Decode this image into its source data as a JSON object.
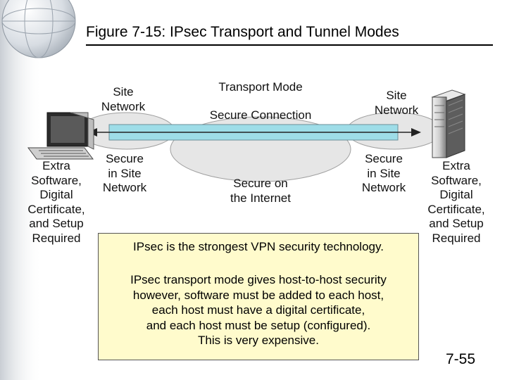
{
  "slide": {
    "title": "Figure 7-15: IPsec Transport and Tunnel Modes",
    "page_number": "7-55"
  },
  "diagram": {
    "transport_mode": "Transport Mode",
    "secure_connection": "Secure Connection",
    "site_network_left": "Site\nNetwork",
    "site_network_right": "Site\nNetwork",
    "secure_site_left": "Secure\nin Site\nNetwork",
    "secure_site_right": "Secure\nin Site\nNetwork",
    "secure_internet": "Secure on\nthe Internet",
    "extra_left": "Extra\nSoftware,\nDigital\nCertificate,\nand Setup\nRequired",
    "extra_right": "Extra\nSoftware,\nDigital\nCertificate,\nand Setup\nRequired"
  },
  "note": {
    "headline": "IPsec is the strongest VPN security technology.",
    "body": "IPsec transport mode gives host-to-host security\nhowever, software must be added to each host,\neach host must have a digital certificate,\nand each host must be setup (configured).\nThis is very expensive."
  },
  "colors": {
    "tunnel_fill": "#9edde8",
    "cloud_fill": "#e6e6e6",
    "note_fill": "#fffbcc"
  }
}
